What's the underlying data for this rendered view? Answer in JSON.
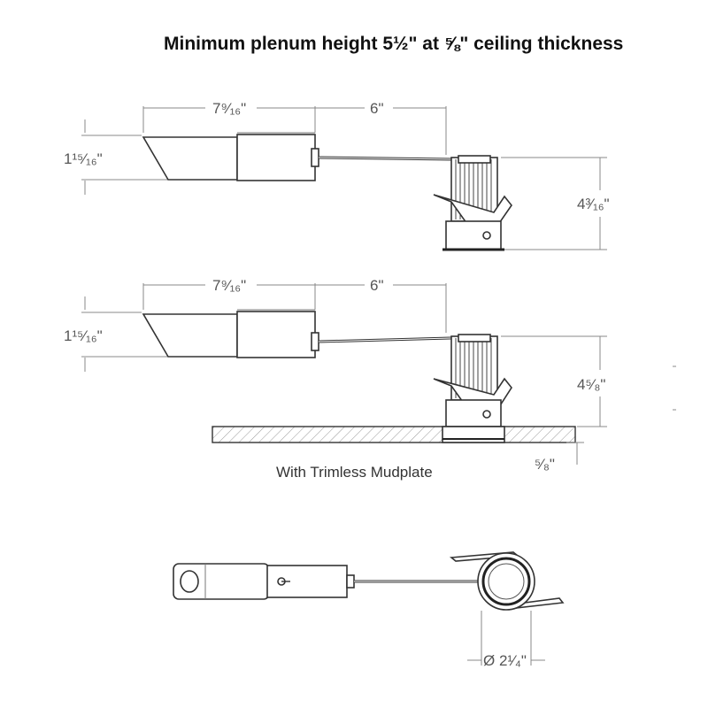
{
  "title": "Minimum plenum height 5½\" at ⅝\" ceiling thickness",
  "top_view": {
    "dim_width": "7⁹⁄₁₆\"",
    "dim_cable": "6\"",
    "dim_box_height": "1¹⁵⁄₁₆\"",
    "dim_housing_height": "4³⁄₁₆\""
  },
  "middle_view": {
    "dim_width": "7⁹⁄₁₆\"",
    "dim_cable": "6\"",
    "dim_box_height": "1¹⁵⁄₁₆\"",
    "dim_housing_height": "4⁵⁄₈\"",
    "dim_ceiling": "⁵⁄₈\"",
    "caption": "With Trimless Mudplate"
  },
  "plan_view": {
    "dim_diameter": "Ø 2¹⁄₄\""
  }
}
